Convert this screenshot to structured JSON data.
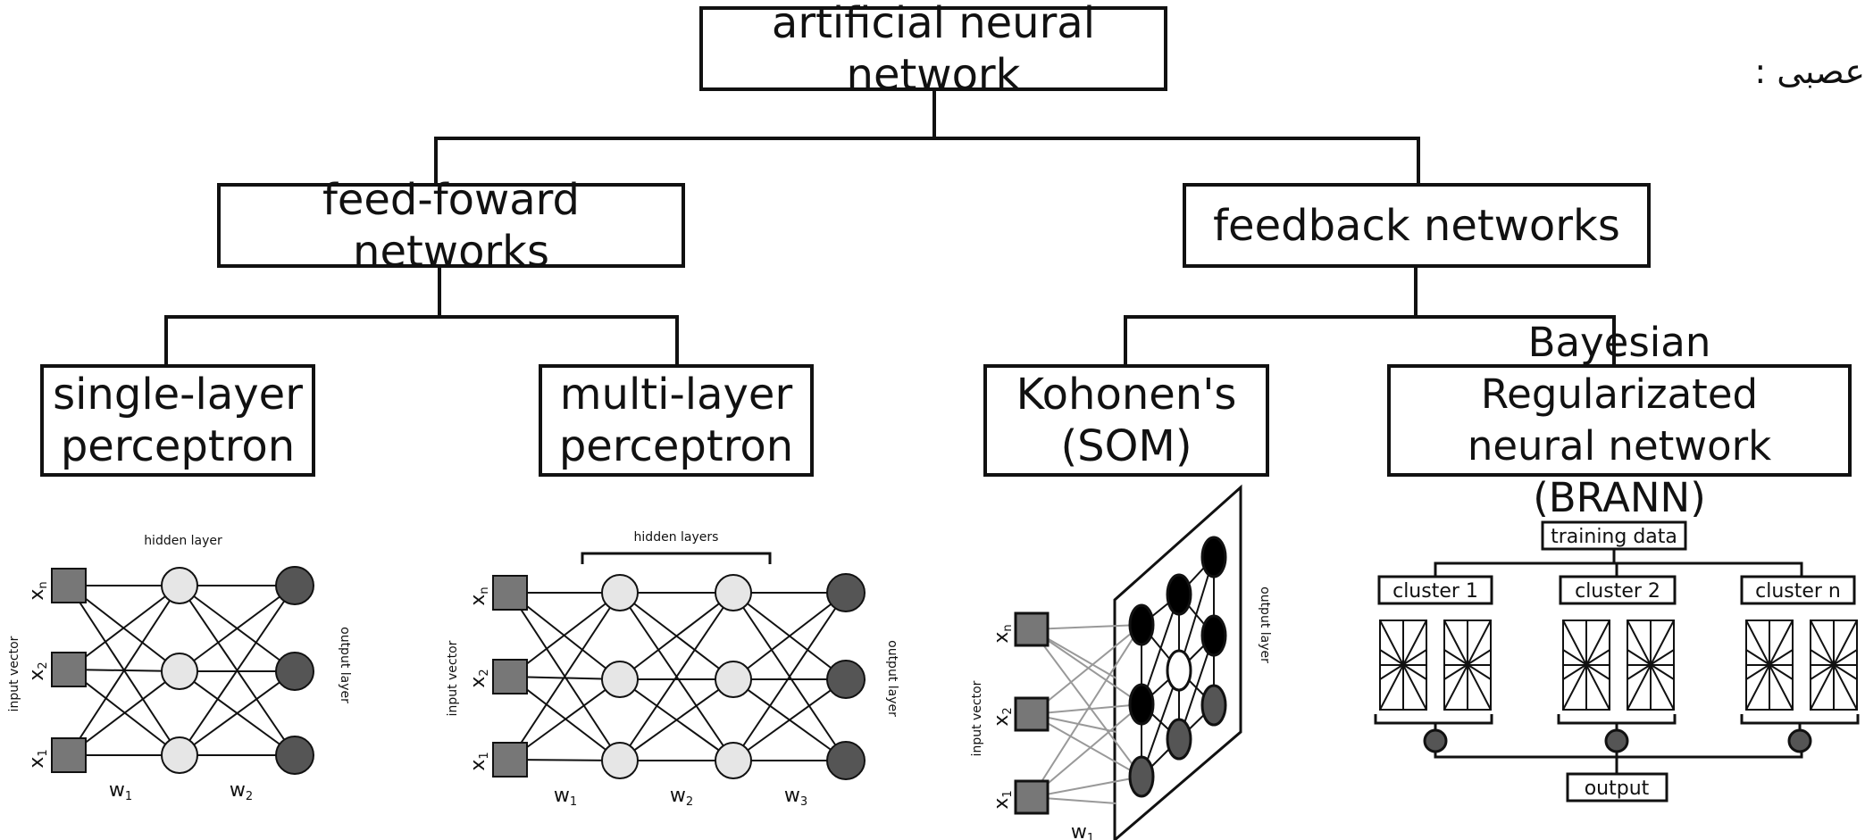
{
  "corner_text": "عصبی :",
  "root": "artificial neural network",
  "branch_left": "feed-foward networks",
  "branch_right": "feedback networks",
  "leaf_slp": [
    "single-layer",
    "perceptron"
  ],
  "leaf_mlp": [
    "multi-layer",
    "perceptron"
  ],
  "leaf_som": [
    "Kohonen's",
    "(SOM)"
  ],
  "leaf_brann": [
    "Bayesian Regularizated",
    "neural network (BRANN)"
  ],
  "slp": {
    "top": "hidden layer",
    "left": "input vector",
    "right": "output layer",
    "x_top": "x",
    "x_top_sub": "n",
    "x_mid": "x",
    "x_mid_sub": "2",
    "x_bot": "x",
    "x_bot_sub": "1",
    "w1": "w",
    "w1_sub": "1",
    "w2": "w",
    "w2_sub": "2"
  },
  "mlp": {
    "top": "hidden layers",
    "left": "input vector",
    "right": "output layer",
    "x_top": "x",
    "x_top_sub": "n",
    "x_mid": "x",
    "x_mid_sub": "2",
    "x_bot": "x",
    "x_bot_sub": "1",
    "w1": "w",
    "w1_sub": "1",
    "w2": "w",
    "w2_sub": "2",
    "w3": "w",
    "w3_sub": "3"
  },
  "som": {
    "left": "input vector",
    "right": "output layer",
    "x_top": "x",
    "x_top_sub": "n",
    "x_mid": "x",
    "x_mid_sub": "2",
    "x_bot": "x",
    "x_bot_sub": "1",
    "w1": "w",
    "w1_sub": "1"
  },
  "brann": {
    "training": "training data",
    "cluster1": "cluster 1",
    "cluster2": "cluster 2",
    "clustern": "cluster n",
    "output": "output"
  },
  "colors": {
    "line": "#111111",
    "square": "#777777",
    "hidden": "#e6e6e6",
    "output_node": "#555555",
    "som_dark": "#000000",
    "som_white": "#ffffff"
  }
}
